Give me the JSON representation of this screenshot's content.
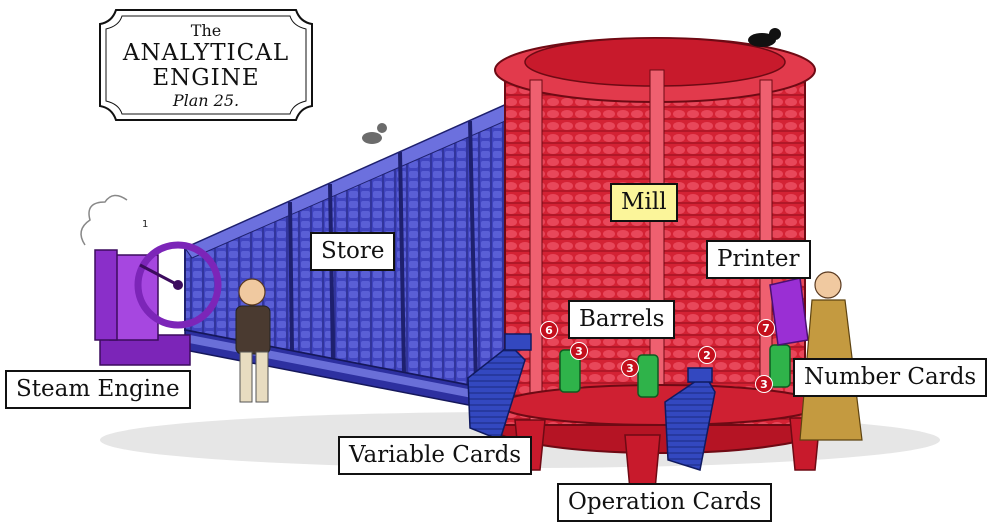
{
  "title": {
    "line1": "The",
    "line2": "ANALYTICAL",
    "line3": "ENGINE",
    "line4": "Plan 25."
  },
  "labels": {
    "mill": "Mill",
    "store": "Store",
    "printer": "Printer",
    "barrels": "Barrels",
    "steam_engine": "Steam Engine",
    "number_cards": "Number Cards",
    "variable_cards": "Variable Cards",
    "operation_cards": "Operation Cards"
  },
  "markers": {
    "m1": "1",
    "m2": "2",
    "m3": "3",
    "m6": "6",
    "m7": "7"
  },
  "colors": {
    "store": "#3b3fb8",
    "mill": "#d81f30",
    "steam_engine": "#8a2fc9",
    "cards": "#2a3db0",
    "barrels_green": "#2fb34a",
    "label_highlight": "#fbf59a"
  }
}
